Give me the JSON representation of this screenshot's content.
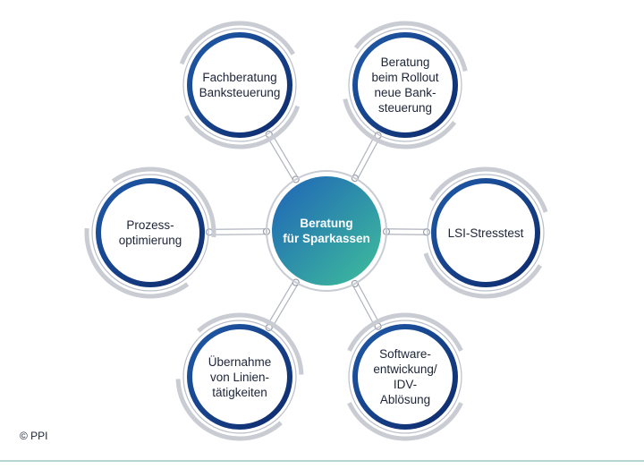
{
  "center": {
    "label": "Beratung\nfür Sparkassen"
  },
  "nodes": [
    {
      "id": "fachberatung",
      "label": "Fachberatung\nBanksteuerung"
    },
    {
      "id": "rollout",
      "label": "Beratung\nbeim Rollout\nneue Bank-\nsteuerung"
    },
    {
      "id": "prozess",
      "label": "Prozess-\noptimierung"
    },
    {
      "id": "lsi",
      "label": "LSI-Stresstest"
    },
    {
      "id": "uebernahme",
      "label": "Übernahme\nvon Linien-\ntätigkeiten"
    },
    {
      "id": "software",
      "label": "Software-\nentwickung/\nIDV-\nAblösung"
    }
  ],
  "copyright": "© PPI",
  "colors": {
    "ring_dark": "#0e2a6b",
    "ring_mid": "#1f5aa8",
    "ring_grey": "#c9ccd3",
    "connector": "#aeb3bd",
    "center_blue": "#1e63b8",
    "center_teal": "#3fbf9a"
  }
}
